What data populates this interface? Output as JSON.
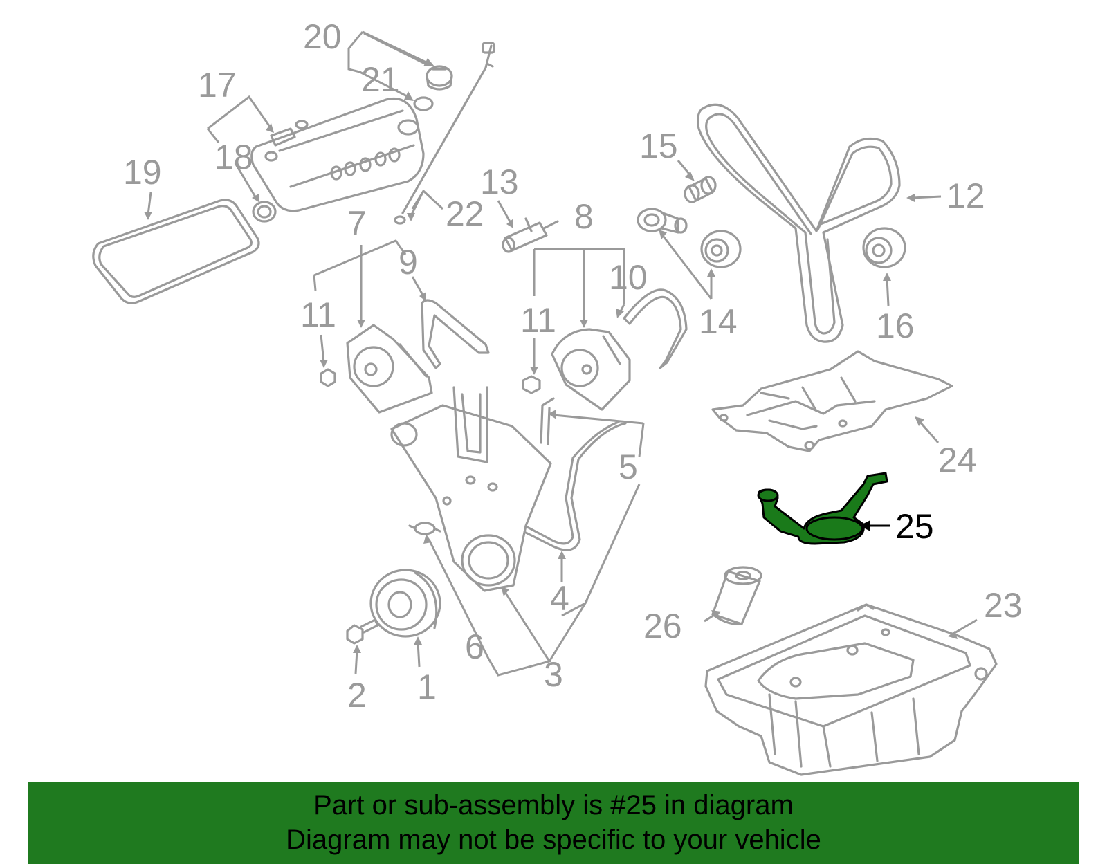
{
  "diagram": {
    "callouts": {
      "c1": "1",
      "c2": "2",
      "c3": "3",
      "c4": "4",
      "c5": "5",
      "c6": "6",
      "c7": "7",
      "c8": "8",
      "c9": "9",
      "c10": "10",
      "c11a": "11",
      "c11b": "11",
      "c12": "12",
      "c13": "13",
      "c14": "14",
      "c15": "15",
      "c16": "16",
      "c17": "17",
      "c18": "18",
      "c19": "19",
      "c20": "20",
      "c21": "21",
      "c22": "22",
      "c23": "23",
      "c24": "24",
      "c25": "25",
      "c26": "26"
    },
    "highlighted_callout": "25",
    "colors": {
      "line_art": "#9a9a9a",
      "highlight_part": "#1a7a1a",
      "banner_background": "#1f7a1f"
    }
  },
  "banner": {
    "line1": "Part or sub-assembly is #25 in diagram",
    "line2": "Diagram may not be specific to your vehicle"
  }
}
